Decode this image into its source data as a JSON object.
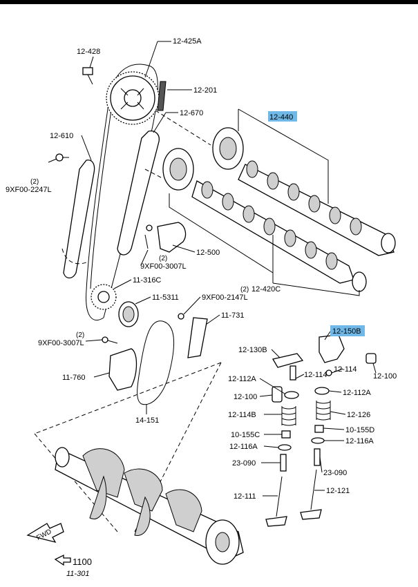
{
  "labels": {
    "p12_428": "12-428",
    "p12_425a": "12-425A",
    "p12_201": "12-201",
    "p12_670": "12-670",
    "p12_440": "12-440",
    "p12_610": "12-610",
    "p2a": "(2)",
    "p9xf_2247l": "9XF00-2247L",
    "p12_500": "12-500",
    "p2b": "(2)",
    "p9xf_3007l_a": "9XF00-3007L",
    "p11_316c": "11-316C",
    "p12_420c": "12-420C",
    "p11_5311": "11-5311",
    "p2c": "(2)",
    "p9xf_2147l": "9XF00-2147L",
    "p11_731": "11-731",
    "p12_150b": "12-150B",
    "p2d": "(2)",
    "p9xf_3007l_b": "9XF00-3007L",
    "p12_130b": "12-130B",
    "p12_114a": "12-114",
    "p12_114b": "12-114",
    "p11_760": "11-760",
    "p12_112a_l": "12-112A",
    "p12_100_r": "12-100",
    "p12_100_l": "12-100",
    "p12_112a_r": "12-112A",
    "p14_151": "14-151",
    "p12_114b_l": "12-114B",
    "p12_126": "12-126",
    "p10_155c": "10-155C",
    "p10_155d": "10-155D",
    "p12_116a_l": "12-116A",
    "p12_116a_r": "12-116A",
    "p23_090_l": "23-090",
    "p23_090_r": "23-090",
    "p12_111": "12-111",
    "p12_121": "12-121",
    "fwd": "FWD",
    "p1100": "1100",
    "p11_301": "11-301"
  },
  "highlight_color": "#6fb8e8"
}
